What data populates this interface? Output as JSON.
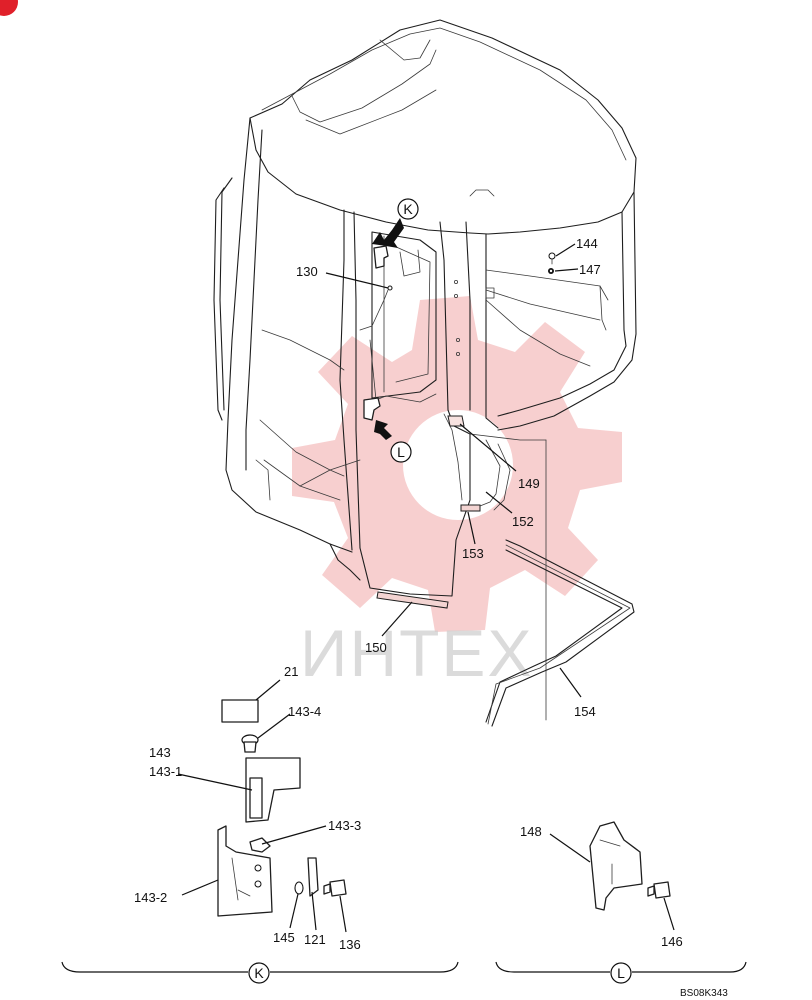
{
  "watermark": {
    "text": "ИНТЕХ",
    "color": "#f1a8a8"
  },
  "views": {
    "k": "K",
    "l": "L"
  },
  "callouts": {
    "p130": "130",
    "p144": "144",
    "p147": "147",
    "p149": "149",
    "p152": "152",
    "p153": "153",
    "p150": "150",
    "p154": "154",
    "p21": "21",
    "p143_4": "143-4",
    "p143": "143",
    "p143_1": "143-1",
    "p143_3": "143-3",
    "p143_2": "143-2",
    "p145": "145",
    "p121": "121",
    "p136": "136",
    "p148": "148",
    "p146": "146"
  },
  "drawing_code": "BS08K343",
  "colors": {
    "accent_red": "#e0202a",
    "line": "#1e1e1e",
    "tint": "#f3d4d2"
  }
}
